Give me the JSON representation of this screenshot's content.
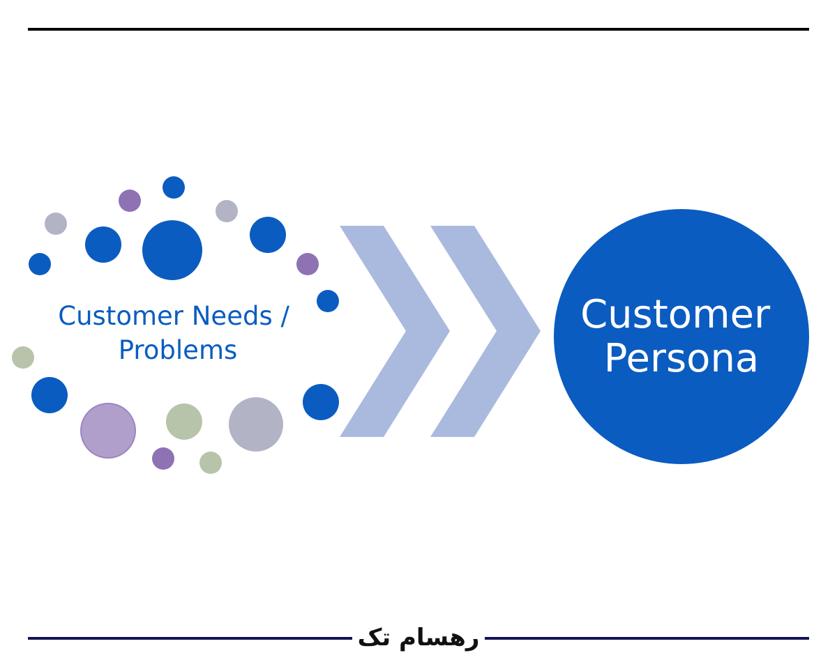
{
  "diagram": {
    "source_label": [
      "Customer Needs /",
      "Problems"
    ],
    "target_label": [
      "Customer",
      "Persona"
    ],
    "colors": {
      "blue": "#0b5cc0",
      "purple": "#8e72b4",
      "lilac": "#b09fcb",
      "gray": "#b3b3c6",
      "sage": "#b7c4aa",
      "arrow": "#aab9de",
      "rule": "#000000",
      "footer_rule": "#14145a"
    }
  },
  "footer": {
    "brand": "رهسام تک"
  }
}
